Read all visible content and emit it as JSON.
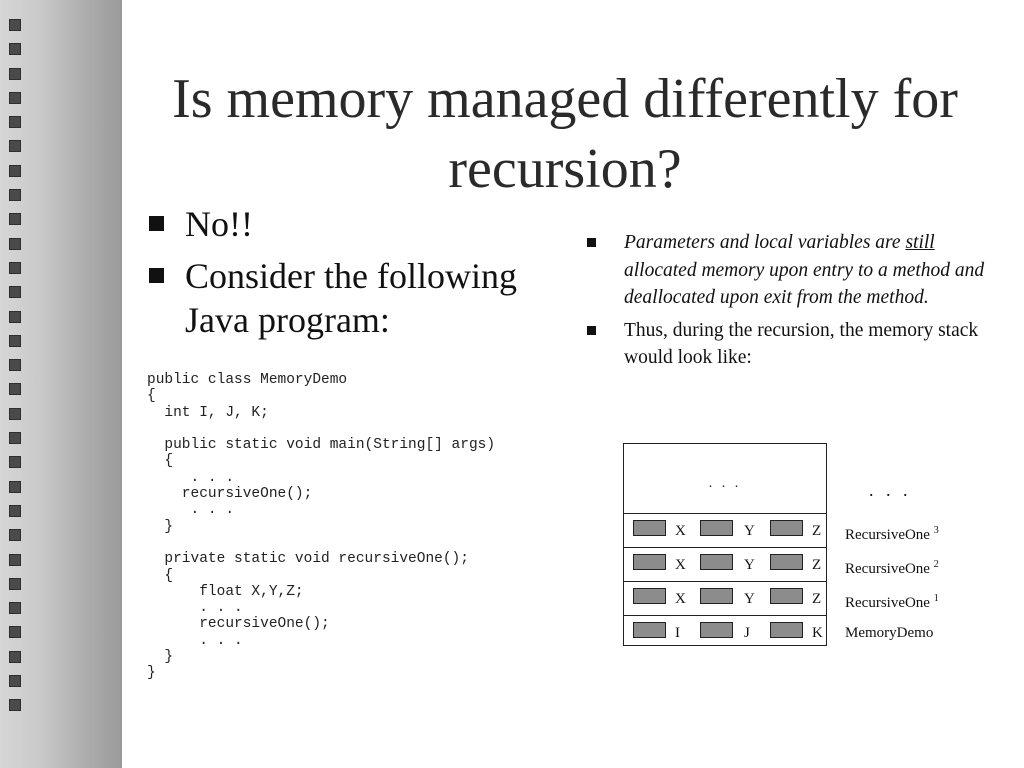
{
  "title": "Is memory managed differently for recursion?",
  "left_bullets": [
    "No!!",
    "Consider the following Java program:"
  ],
  "code": "public class MemoryDemo\n{\n  int I, J, K;\n\n  public static void main(String[] args)\n  {\n     . . .\n    recursiveOne();\n     . . .\n  }\n\n  private static void recursiveOne();\n  {\n      float X,Y,Z;\n      . . .\n      recursiveOne();\n      . . .\n  }\n}",
  "right_bullets": {
    "b1_part1": "Parameters and local variables are ",
    "b1_underlined": "still",
    "b1_part2": " allocated memory upon entry to a method and deallocated upon exit from the method.",
    "b2": "Thus, during the recursion, the memory stack would look like:"
  },
  "stack": {
    "top_dots": ". . .",
    "outer_dots": ". . .",
    "frames": [
      {
        "vars": [
          "X",
          "Y",
          "Z"
        ],
        "label": "RecursiveOne",
        "sup": "3"
      },
      {
        "vars": [
          "X",
          "Y",
          "Z"
        ],
        "label": "RecursiveOne",
        "sup": "2"
      },
      {
        "vars": [
          "X",
          "Y",
          "Z"
        ],
        "label": "RecursiveOne",
        "sup": "1"
      },
      {
        "vars": [
          "I",
          "J",
          "K"
        ],
        "label": "MemoryDemo",
        "sup": ""
      }
    ]
  },
  "colors": {
    "sidebar": "#b0b0b0",
    "square": "#4a4a4a",
    "var_box": "#8c8c8c"
  }
}
